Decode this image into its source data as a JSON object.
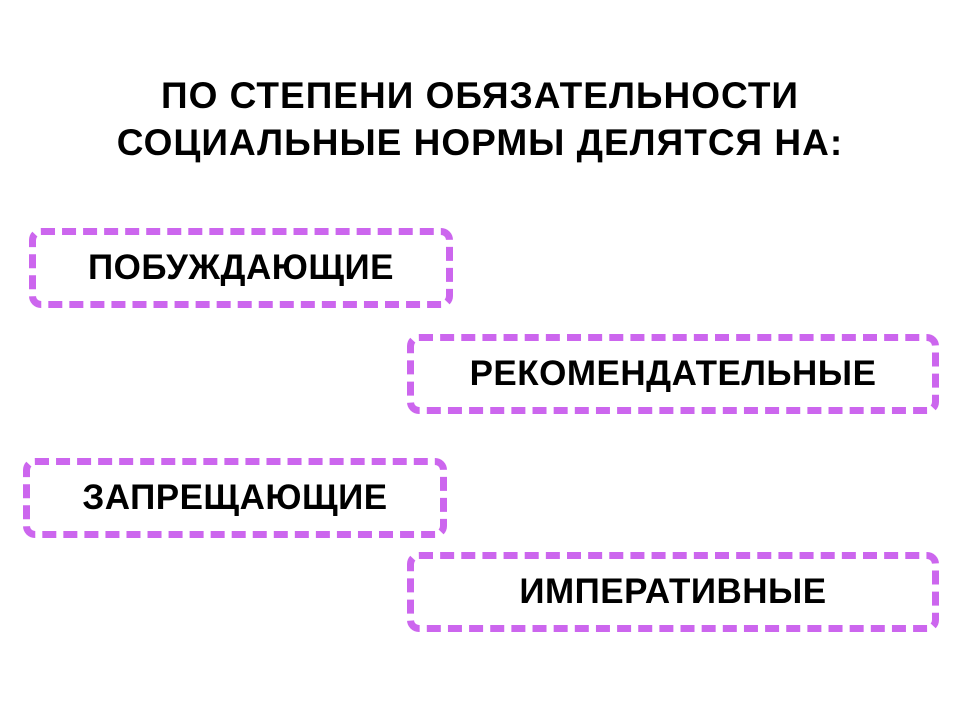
{
  "title": {
    "line1": "ПО СТЕПЕНИ ОБЯЗАТЕЛЬНОСТИ",
    "line2": "СОЦИАЛЬНЫЕ НОРМЫ ДЕЛЯТСЯ НА:"
  },
  "categories": [
    {
      "label": "ПОБУЖДАЮЩИЕ"
    },
    {
      "label": "РЕКОМЕНДАТЕЛЬНЫЕ"
    },
    {
      "label": "ЗАПРЕЩАЮЩИЕ"
    },
    {
      "label": "ИМПЕРАТИВНЫЕ"
    }
  ],
  "colors": {
    "border": "#cc66ee",
    "text": "#000000",
    "background": "#ffffff"
  }
}
